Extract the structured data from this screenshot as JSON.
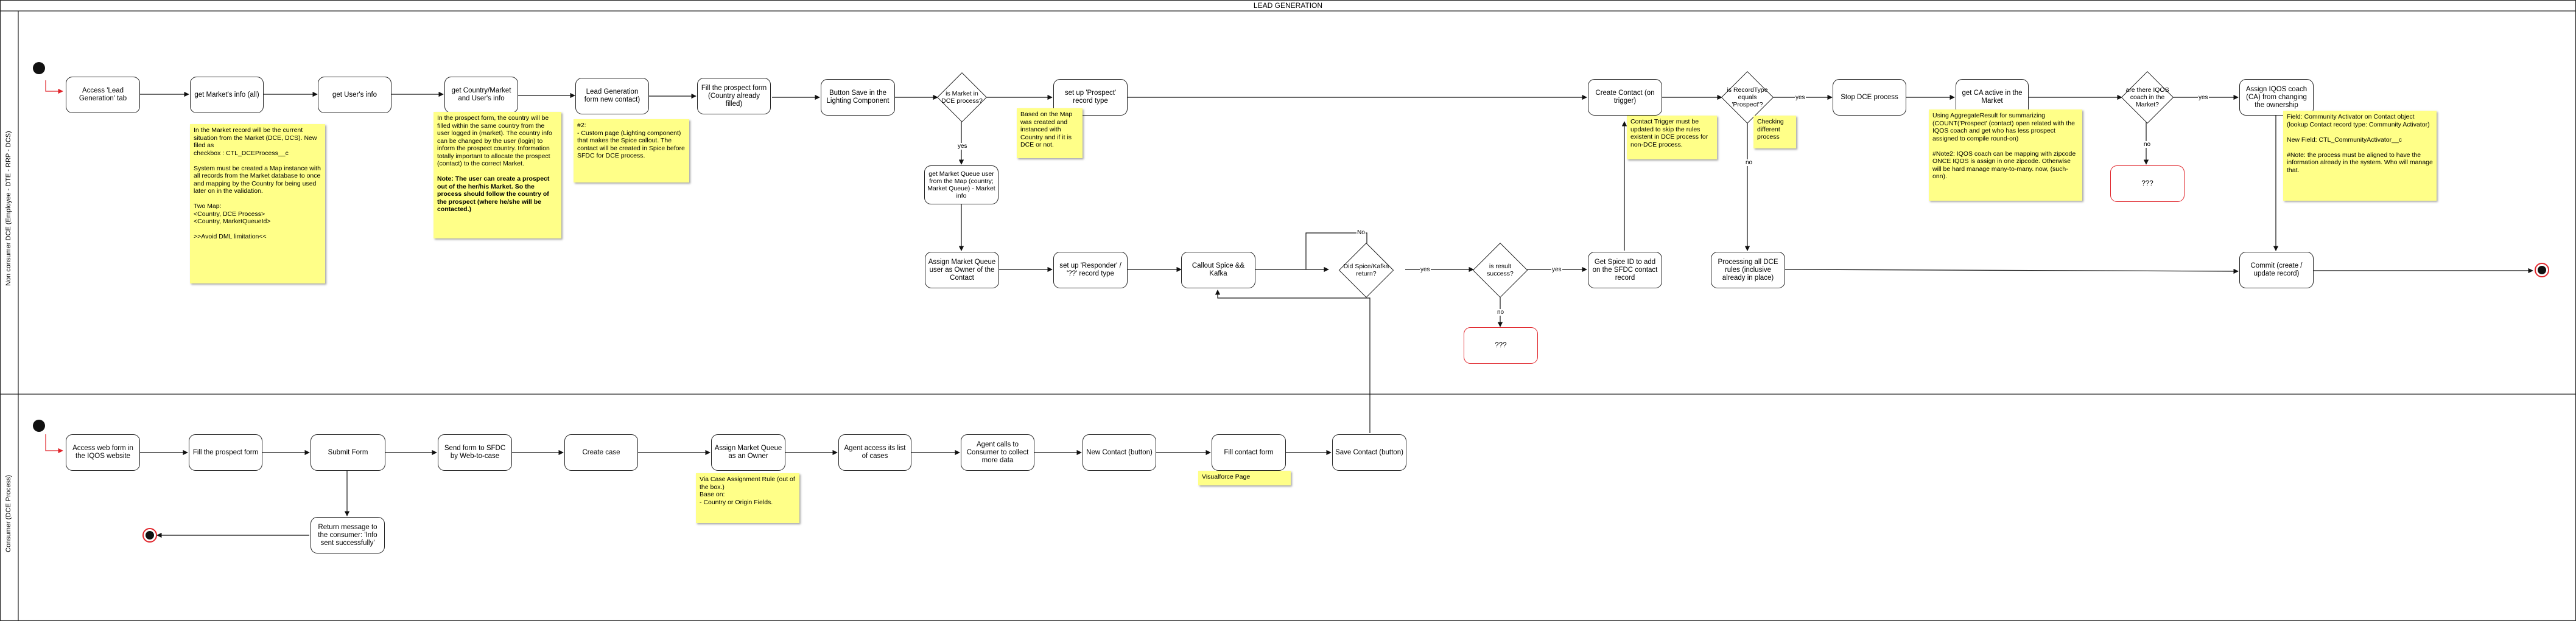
{
  "pool": {
    "title": "LEAD GENERATION"
  },
  "lanes": {
    "top": "Non consumer DCE (Employee - DTE - RRP - DCS)",
    "bottom": "Consumer (DCE Process)"
  },
  "top": {
    "access_lead_tab": "Access 'Lead Generation' tab",
    "get_market_info": "get Market's info (all)",
    "get_user_info": "get User's info",
    "get_country_market": "get Country/Market and User's info",
    "lead_gen_form": "Lead Generation form new contact)",
    "fill_prospect": "Fill the prospect form (Country already filled)",
    "button_save": "Button Save in the Lighting Component",
    "is_market_dce": "is Market in DCE process?",
    "setup_prospect": "set up 'Prospect' record type",
    "create_contact": "Create Contact (on trigger)",
    "is_recordtype_prospect": "is RecordType equals 'Prospect'?",
    "stop_dce": "Stop DCE process",
    "get_ca_active": "get CA active in the Market",
    "are_there_coach": "are there IQOS coach in the Market?",
    "assign_coach": "Assign IQOS coach (CA) from changing the ownership",
    "get_market_queue": "get Market Queue user from the Map (country; Market Queue) - Market info",
    "assign_market_queue": "Assign Market Queue user as Owner of the Contact",
    "setup_responder": "set up 'Responder' / '??' record type",
    "callout_spice": "Callout Spice && Kafka",
    "did_spice_return": "Did Spice/Kafka return?",
    "is_result_success": "is result success?",
    "get_spice_id": "Get Spice ID to add on the SFDC contact record",
    "processing_dce": "Processing all DCE rules (inclusive already in place)",
    "commit": "Commit (create / update record)",
    "qqq1": "???",
    "qqq2": "???",
    "lbl_yes1": "yes",
    "lbl_yes2": "yes",
    "lbl_yes3": "yes",
    "lbl_yes4": "yes",
    "lbl_yes5": "yes",
    "lbl_no1": "no",
    "lbl_no2": "No",
    "lbl_no3": "no",
    "lbl_no4": "no"
  },
  "notes": {
    "market_record": "In the Market record will be the current situation from the Market (DCE, DCS). New filed as\ncheckbox : CTL_DCEProcess__c\n\nSystem must be created a Map instance with all records from the Market database to once and mapping by the Country for being used later on in the validation.\n\nTwo Map:\n<Country, DCE Process>\n<Country, MarketQueueId>\n\n>>Avoid DML limitation<<",
    "prospect_form": "In the prospect form, the country will be filled within the same country from the user logged in (market). The country info can be changed by the user (login) to inform the prospect country. Information totally important to allocate the prospect (contact) to the correct Market.\n\n",
    "prospect_form_bold": "Note: The user can create a prospect out of the her/his Market. So the process should follow the country of the prospect (where he/she will be contacted.)",
    "custom_page": "#2:\n- Custom page (Lighting component) that makes the Spice callout. The contact will be created in Spice before SFDC for DCE process.",
    "based_on_map": "Based on the Map was created and instanced with Country and if it is DCE or not.",
    "contact_trigger": "Contact Trigger must be updated to skip the rules existent in DCE process for non-DCE process.",
    "checking_process": "Checking different process",
    "aggregate": "Using AggregateResult for summarizing (COUNT('Prospect' (contact) open related with the IQOS coach and get who has less prospect assigned to compile round-on)\n\n#Note2: IQOS coach can be mapping with zipcode ONCE IQOS is assign in one zipcode. Otherwise will be hard manage many-to-many. now, (such-onn).",
    "field_note": "Field: Community Activator on Contact object (lookup Contact record type: Community Activator)\n\nNew Field: CTL_CommunityActivator__c\n\n#Note: the process must be aligned to have the information already in the system. Who will manage that.",
    "case_assignment": "Via Case Assignment Rule (out of the box.)\nBase on:\n- Country or Origin Fields.",
    "visualforce": "Visualforce Page"
  },
  "bottom": {
    "access_web": "Access web form in the IQOS website",
    "fill_prospect": "Fill the prospect form",
    "submit_form": "Submit Form",
    "send_form": "Send form to SFDC by Web-to-case",
    "create_case": "Create case",
    "assign_queue": "Assign Market Queue as an Owner",
    "agent_access": "Agent access its list of cases",
    "agent_calls": "Agent calls to Consumer to collect more data",
    "new_contact": "New Contact (button)",
    "fill_contact": "Fill contact form",
    "save_contact": "Save Contact (button)",
    "return_message": "Return message to the consumer: 'Info sent successfully'"
  }
}
